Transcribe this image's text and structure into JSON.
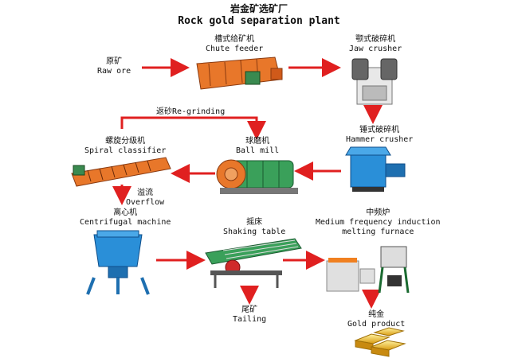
{
  "title": {
    "zh": "岩金矿选矿厂",
    "en": "Rock gold separation plant"
  },
  "nodes": {
    "raw_ore": {
      "zh": "原矿",
      "en": "Raw ore"
    },
    "chute_feeder": {
      "zh": "槽式给矿机",
      "en": "Chute feeder"
    },
    "jaw_crusher": {
      "zh": "颚式破碎机",
      "en": "Jaw crusher"
    },
    "hammer_crusher": {
      "zh": "锤式破碎机",
      "en": "Hammer crusher"
    },
    "ball_mill": {
      "zh": "球磨机",
      "en": "Ball mill"
    },
    "spiral_classifier": {
      "zh": "螺旋分级机",
      "en": "Spiral classifier"
    },
    "regrinding": {
      "zh": "返砂",
      "en": "Re-grinding"
    },
    "overflow": {
      "zh": "溢流",
      "en": "Overflow"
    },
    "centrifugal": {
      "zh": "离心机",
      "en": "Centrifugal machine"
    },
    "shaking_table": {
      "zh": "摇床",
      "en": "Shaking table"
    },
    "furnace": {
      "zh": "中频炉",
      "en": "Medium frequency induction",
      "en2": "melting furnace"
    },
    "tailing": {
      "zh": "尾矿",
      "en": "Tailing"
    },
    "gold": {
      "zh": "纯金",
      "en": "Gold product"
    }
  },
  "colors": {
    "arrow": "#e02020",
    "machine_orange": "#e8772a",
    "machine_blue": "#2a8fd8",
    "machine_green": "#3aa05a",
    "gold": "#e8b820"
  }
}
